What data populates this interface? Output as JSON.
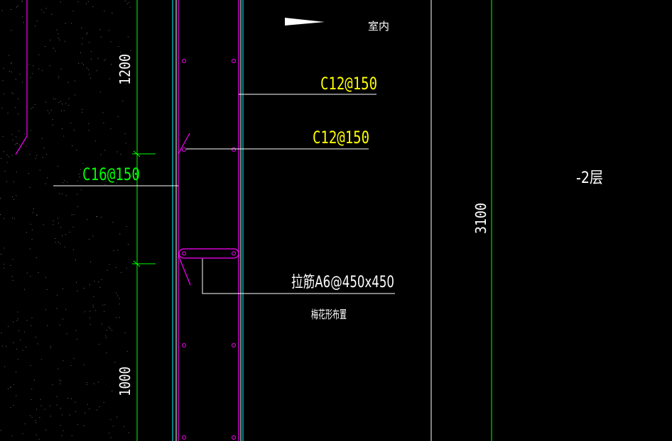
{
  "colors": {
    "background": "#000000",
    "green": "#00ff00",
    "yellow": "#ffff00",
    "magenta": "#ff00ff",
    "cyan": "#00ffff",
    "white": "#ffffff"
  },
  "labels": {
    "indoor": "室内",
    "dim_1200": "1200",
    "dim_1000": "1000",
    "dim_3100": "3100",
    "rebar_c12_outer": "C12@150",
    "rebar_c12_inner": "C12@150",
    "rebar_c16": "C16@150",
    "tie_bar": "拉筋A6@450x450",
    "tie_layout": "梅花形布置",
    "floor_level": "-2层"
  },
  "icons": {
    "direction_marker": "arrow-left-icon",
    "rebar_dot": "circle-icon"
  }
}
